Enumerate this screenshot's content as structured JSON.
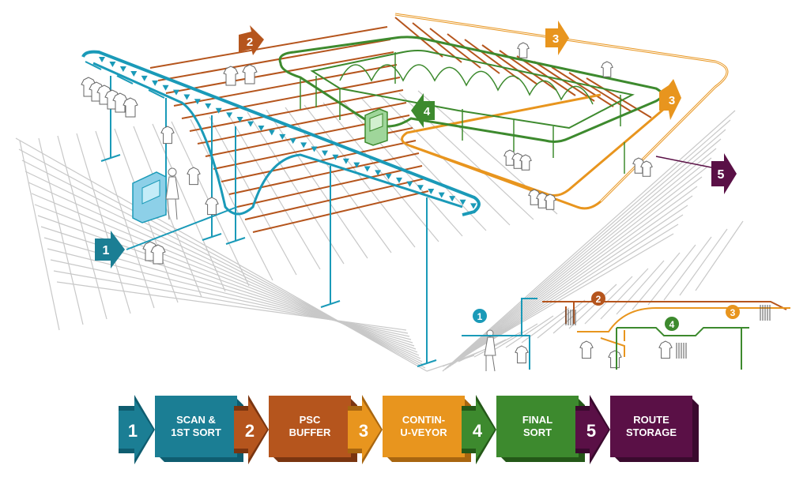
{
  "colors": {
    "teal": "#1b7e94",
    "scan_conveyor": "#1a9ab8",
    "brown": "#b5551d",
    "orange": "#e8951e",
    "green": "#3d8a2e",
    "purple": "#5a1046",
    "grid": "#c8c8c8"
  },
  "process_flow": [
    {
      "number": "1",
      "color": "teal"
    },
    {
      "label_line1": "SCAN &",
      "label_line2": "1ST SORT",
      "color": "teal"
    },
    {
      "number": "2",
      "color": "brown"
    },
    {
      "label_line1": "PSC",
      "label_line2": "BUFFER",
      "color": "brown"
    },
    {
      "number": "3",
      "color": "orange"
    },
    {
      "label_line1": "CONTIN-",
      "label_line2": "U-VEYOR",
      "color": "orange"
    },
    {
      "number": "4",
      "color": "green"
    },
    {
      "label_line1": "FINAL",
      "label_line2": "SORT",
      "color": "green"
    },
    {
      "number": "5",
      "color": "purple"
    },
    {
      "label_line1": "ROUTE",
      "label_line2": "STORAGE",
      "color": "purple"
    }
  ],
  "diagram_markers": {
    "entry": "1",
    "buffer": "2",
    "continuveyor_top": "3",
    "continuveyor_side": "3",
    "final_sort": "4",
    "exit": "5"
  },
  "inset_markers": {
    "scan": "1",
    "buffer": "2",
    "continuveyor": "3",
    "final_sort": "4"
  }
}
